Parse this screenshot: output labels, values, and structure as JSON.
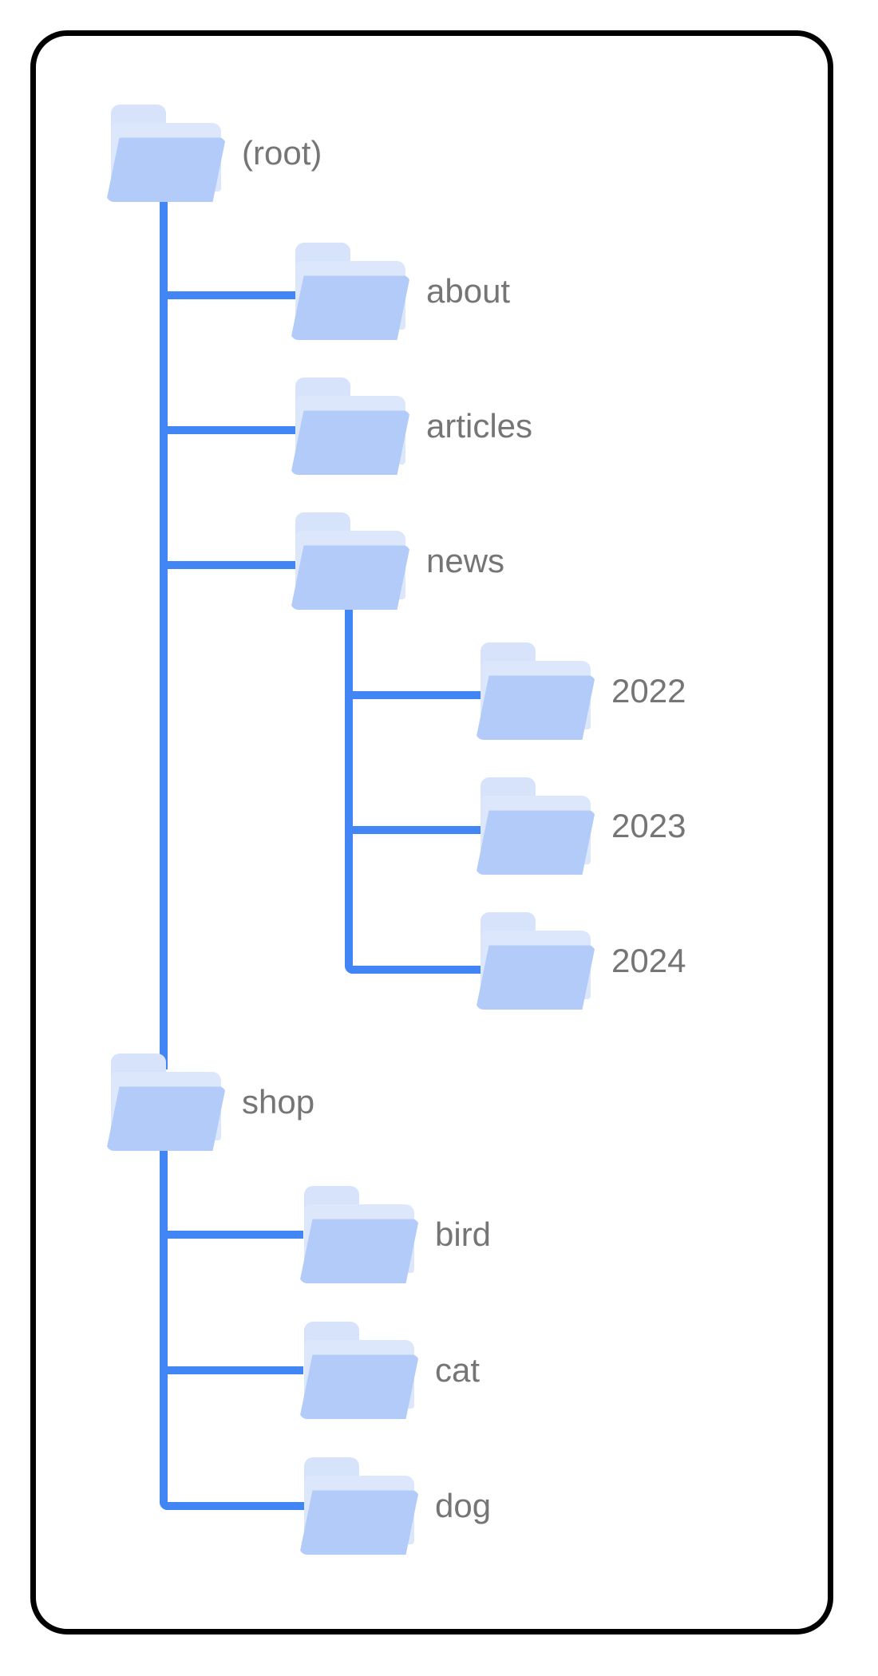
{
  "card": {
    "border_color": "#000000",
    "background": "#ffffff"
  },
  "theme": {
    "edge_color": "#4285f4",
    "folder_front": "#b3cbf9",
    "folder_mid": "#dce7fc",
    "folder_tab": "#d7e3fb",
    "label_color": "#757575"
  },
  "tree": {
    "root": {
      "label": "(root)",
      "icon": "folder-icon"
    },
    "nodes": [
      {
        "label": "about",
        "icon": "folder-icon",
        "depth": 1
      },
      {
        "label": "articles",
        "icon": "folder-icon",
        "depth": 1
      },
      {
        "label": "news",
        "icon": "folder-icon",
        "depth": 1
      },
      {
        "label": "2022",
        "icon": "folder-icon",
        "depth": 2
      },
      {
        "label": "2023",
        "icon": "folder-icon",
        "depth": 2
      },
      {
        "label": "2024",
        "icon": "folder-icon",
        "depth": 2
      },
      {
        "label": "shop",
        "icon": "folder-icon",
        "depth": 1
      },
      {
        "label": "bird",
        "icon": "folder-icon",
        "depth": 2
      },
      {
        "label": "cat",
        "icon": "folder-icon",
        "depth": 2
      },
      {
        "label": "dog",
        "icon": "folder-icon",
        "depth": 2
      }
    ]
  }
}
